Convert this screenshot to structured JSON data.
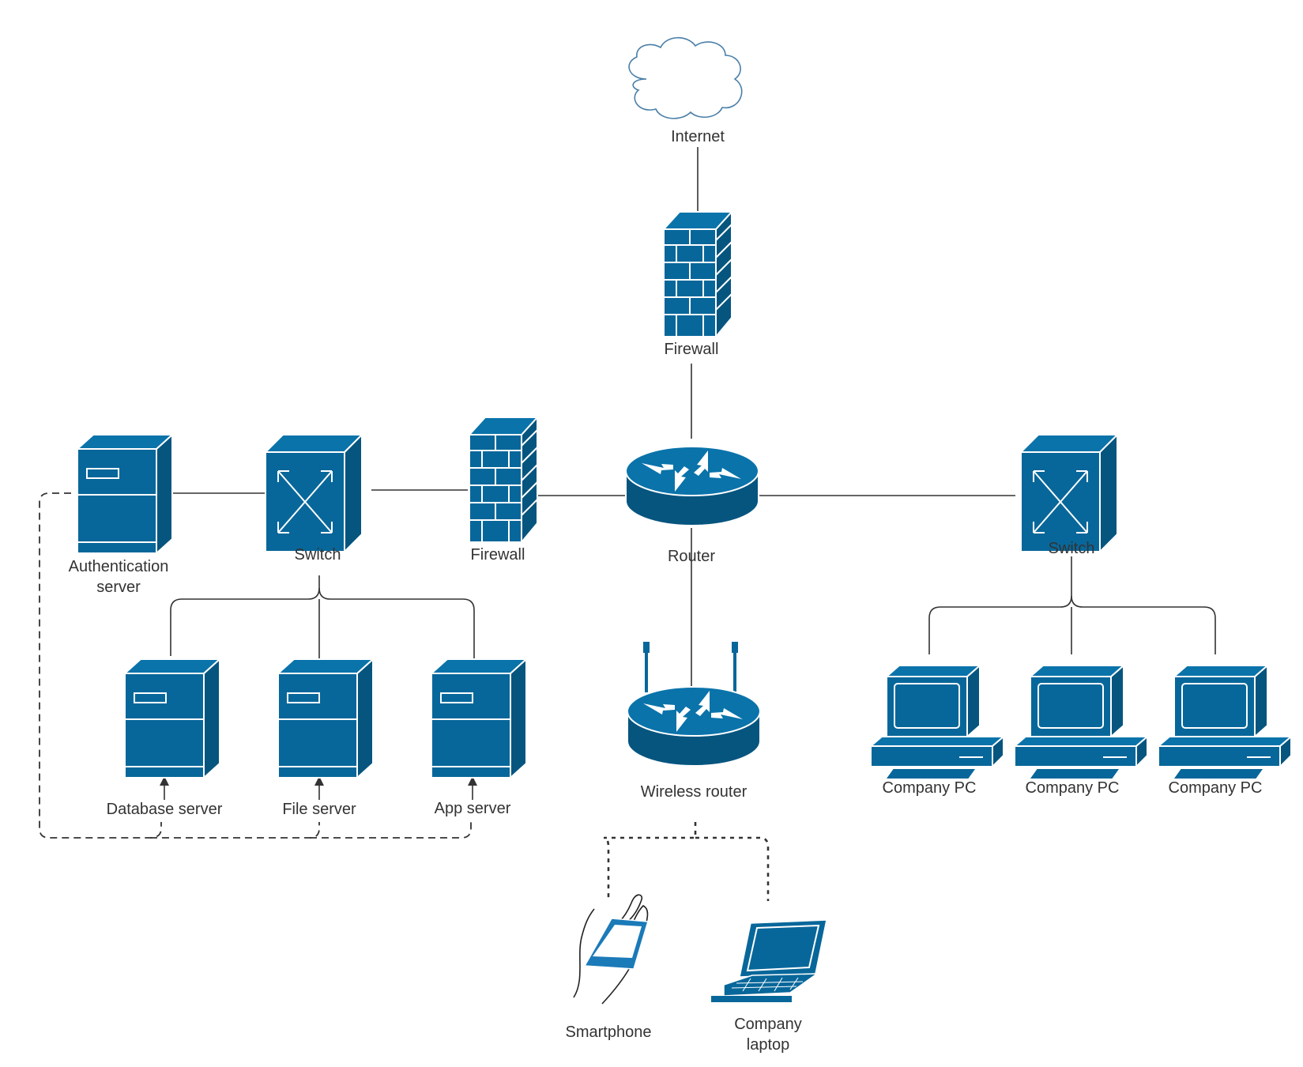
{
  "diagram": {
    "labels": {
      "internet": "Internet",
      "firewall_top": "Firewall",
      "firewall_mid": "Firewall",
      "router": "Router",
      "switch_left": "Switch",
      "switch_right": "Switch",
      "auth_line1": "Authentication",
      "auth_line2": "server",
      "db_server": "Database server",
      "file_server": "File server",
      "app_server": "App server",
      "wireless_router": "Wireless router",
      "smartphone": "Smartphone",
      "laptop_line1": "Company",
      "laptop_line2": "laptop",
      "pc1": "Company PC",
      "pc2": "Company PC",
      "pc3": "Company PC"
    },
    "colors": {
      "device_fill": "#08679a",
      "device_side": "#06557f",
      "cloud_stroke": "#4a7fa8",
      "line": "#333333"
    }
  }
}
